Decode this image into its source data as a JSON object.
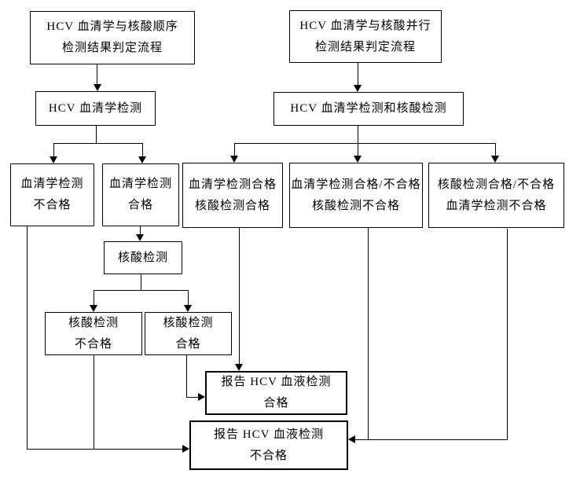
{
  "diagram": {
    "left_flow": {
      "title": "HCV 血清学与核酸顺序\n检测结果判定流程",
      "serology_test": "HCV 血清学检测",
      "serology_fail": "血清学检测\n不合格",
      "serology_pass": "血清学检测\n合格",
      "nat_test": "核酸检测",
      "nat_fail": "核酸检测\n不合格",
      "nat_pass": "核酸检测\n合格"
    },
    "right_flow": {
      "title": "HCV 血清学与核酸并行\n检测结果判定流程",
      "combined_test": "HCV 血清学检测和核酸检测",
      "both_pass": "血清学检测合格\n核酸检测合格",
      "nat_fail": "血清学检测合格/不合格\n核酸检测不合格",
      "serology_fail": "核酸检测合格/不合格\n血清学检测不合格"
    },
    "outcomes": {
      "report_pass": "报告 HCV 血液检测\n合格",
      "report_fail": "报告 HCV 血液检测\n不合格"
    },
    "colors": {
      "line": "#000000",
      "border": "#000000",
      "background": "#ffffff",
      "text": "#000000"
    }
  }
}
